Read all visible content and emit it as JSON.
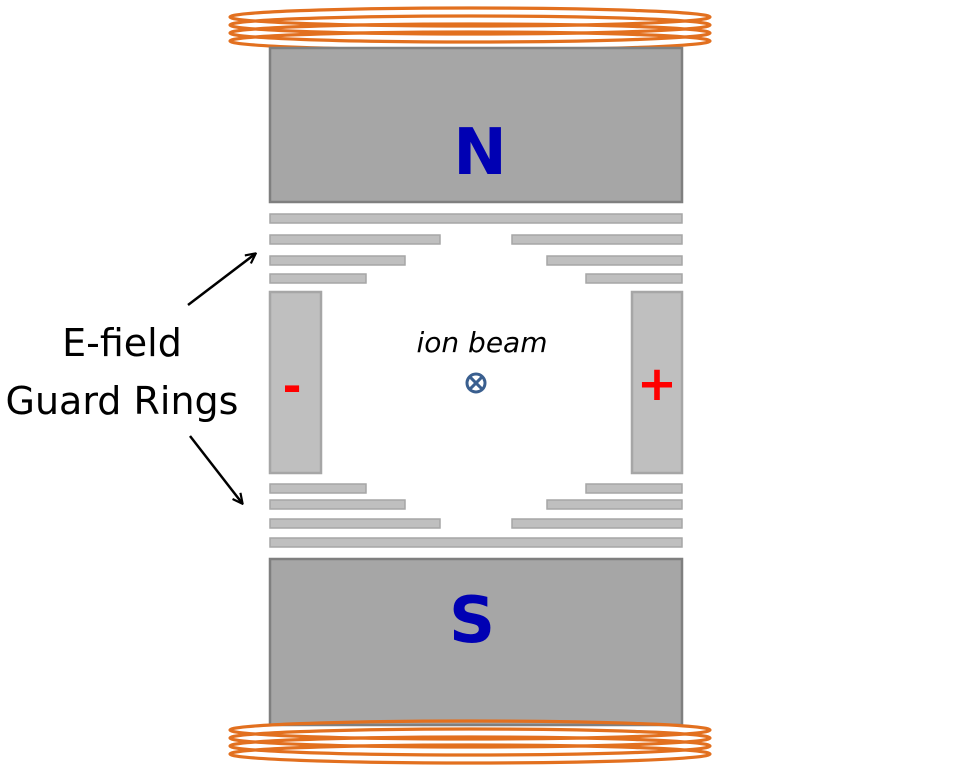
{
  "magnets": {
    "north_label": "N",
    "south_label": "S",
    "letter_color": "#0000b3",
    "body_color": "#a6a6a6",
    "coil_color": "#e2701f"
  },
  "electrodes": {
    "negative_label": "-",
    "positive_label": "+",
    "sign_color": "#ff0000",
    "plate_color": "#bfbfbf"
  },
  "guard_rings": {
    "label_line1": "E-field",
    "label_line2": "Guard Rings",
    "ring_color": "#bfbfbf"
  },
  "beam": {
    "label": "ion beam",
    "symbol": "⊗",
    "symbol_color": "#3a5f8f"
  }
}
